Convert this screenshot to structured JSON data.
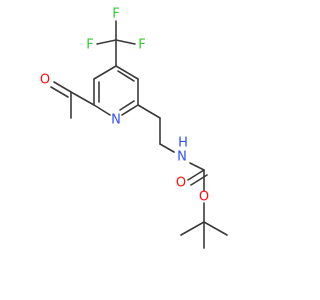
{
  "molecule": {
    "atoms": {
      "f_top": "F",
      "f_left": "F",
      "f_right": "F",
      "o_acetyl": "O",
      "n_ring": "N",
      "n_carbamate": "N",
      "h_carbamate": "H",
      "o_carbonyl": "O",
      "o_ester": "O"
    },
    "colors": {
      "fluorine": "#33cc33",
      "oxygen": "#ff0d0d",
      "nitrogen": "#3050f8",
      "bond": "#3a3a3a"
    }
  }
}
